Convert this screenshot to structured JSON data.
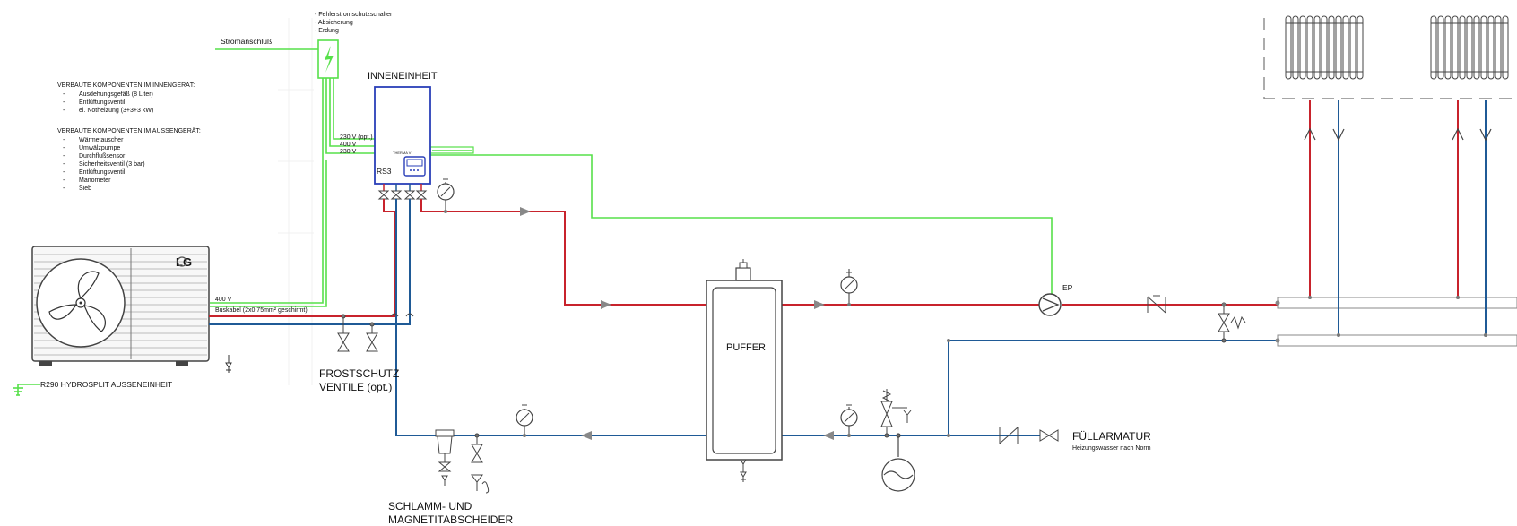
{
  "power": {
    "label": "Stromanschluß",
    "notes": [
      "- Fehlerstromschutzschalter",
      "- Absicherung",
      "- Erdung"
    ]
  },
  "indoor_unit": {
    "title": "INNENEINHEIT",
    "model": "RS3",
    "wires": [
      "230 V (opt.)",
      "400 V",
      "230 V"
    ]
  },
  "components": {
    "indoor_header": "VERBAUTE KOMPONENTEN IM INNENGERÄT:",
    "indoor_items": [
      "Ausdehungsgefäß (8 Liter)",
      "Entlüftungsventil",
      "el. Notheizung (3+3+3 kW)"
    ],
    "outdoor_header": "VERBAUTE KOMPONENTEN IM AUSSENGERÄT:",
    "outdoor_items": [
      "Wärmetauscher",
      "Umwälzpumpe",
      "Durchflußsensor",
      "Sicherheitsventil (3 bar)",
      "Entlüftungsventil",
      "Manometer",
      "Sieb"
    ]
  },
  "outdoor_unit": {
    "brand": "LG",
    "label": "R290 HYDROSPLIT AUSSENEINHEIT",
    "cable_power": "400 V",
    "cable_bus": "Buskabel (2x0,75mm² geschirmt)"
  },
  "labels": {
    "frost_line1": "FROSTSCHUTZ",
    "frost_line2": "VENTILE (opt.)",
    "buffer": "PUFFER",
    "pump": "EP",
    "fill": "FÜLLARMATUR",
    "fill_note": "Heizungswasser nach Norm",
    "sludge_line1": "SCHLAMM- UND",
    "sludge_line2": "MAGNETITABSCHEIDER"
  },
  "colors": {
    "supply": "#c8232c",
    "return": "#1f5a96",
    "electric": "#57e04a",
    "indoor_frame": "#2a3fb8"
  }
}
